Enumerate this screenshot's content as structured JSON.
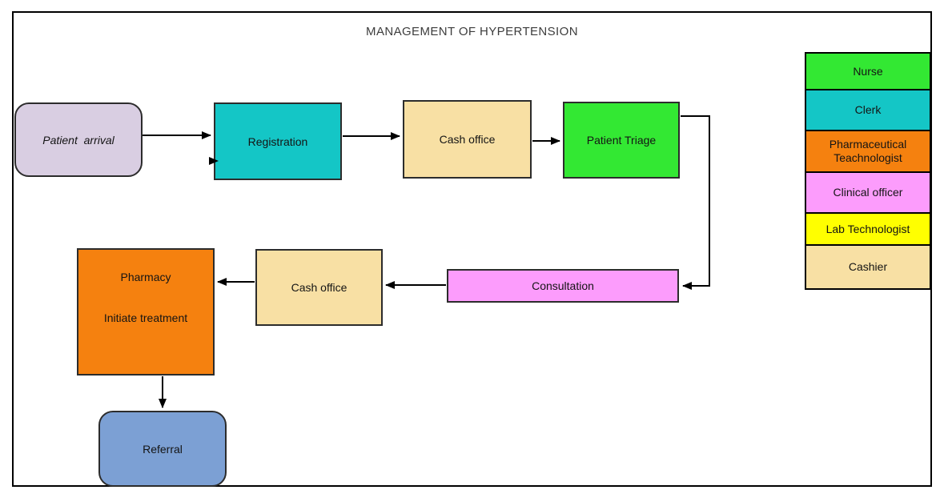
{
  "title": "MANAGEMENT OF HYPERTENSION",
  "nodes": {
    "patient_arrival": {
      "label": "Patient  arrival",
      "color": "#D9CEE2"
    },
    "registration": {
      "label": "Registration",
      "color": "#14C6C6"
    },
    "cash_office_1": {
      "label": "Cash office",
      "color": "#F8E0A4"
    },
    "patient_triage": {
      "label": "Patient Triage",
      "color": "#33E833"
    },
    "consultation": {
      "label": "Consultation",
      "color": "#FC9CFC"
    },
    "cash_office_2": {
      "label": "Cash office",
      "color": "#F8E0A4"
    },
    "pharmacy": {
      "label_line1": "Pharmacy",
      "label_line2": "Initiate treatment",
      "color": "#F5810F"
    },
    "referral": {
      "label": "Referral",
      "color": "#7CA0D4"
    }
  },
  "legend": {
    "items": [
      {
        "label": "Nurse",
        "color": "#33E833"
      },
      {
        "label": "Clerk",
        "color": "#14C6C6"
      },
      {
        "label": "Pharmaceutical Teachnologist",
        "color": "#F5810F"
      },
      {
        "label": "Clinical officer",
        "color": "#FC9CFC"
      },
      {
        "label": "Lab Technologist",
        "color": "#FFFF00"
      },
      {
        "label": "Cashier",
        "color": "#F8E0A4"
      }
    ]
  },
  "connector_color": "#000000"
}
